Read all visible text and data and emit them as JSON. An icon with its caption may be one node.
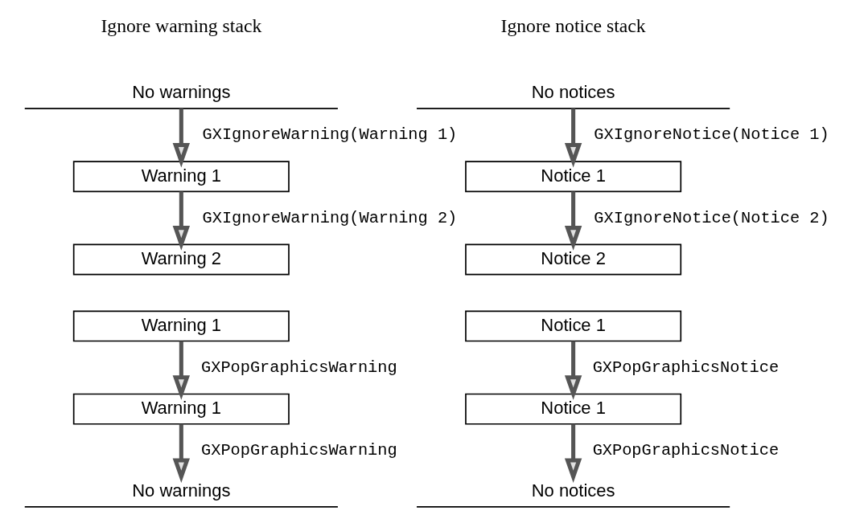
{
  "diagram": {
    "nodes": [
      {
        "text": [
          "No warnings"
        ]
      },
      {
        "text": [
          "Warning 1"
        ]
      },
      {
        "text": [
          "Warning 2"
        ]
      },
      {
        "text": [
          "Warning 1"
        ]
      },
      {
        "text": [
          "Warning 1"
        ]
      },
      {
        "text": [
          "No warnings"
        ]
      },
      {
        "text": [
          "No notices"
        ]
      },
      {
        "text": [
          "Notice 1"
        ]
      },
      {
        "text": [
          "Notice 2"
        ]
      },
      {
        "text": [
          "Notice 1"
        ]
      },
      {
        "text": [
          "Notice 1"
        ]
      },
      {
        "text": [
          "No notices"
        ]
      }
    ],
    "edges": [
      {
        "from": 0,
        "to": 1,
        "arrow": "to",
        "label": "GXIgnoreWarning(Warning 1)"
      },
      {
        "from": 1,
        "to": 2,
        "arrow": "to",
        "label": "GXIgnoreWarning(Warning 2)"
      },
      {
        "from": 3,
        "to": 4,
        "arrow": "to",
        "label": "GXPopGraphicsWarning"
      },
      {
        "from": 4,
        "to": 5,
        "arrow": "to",
        "label": "GXPopGraphicsWarning"
      },
      {
        "from": 6,
        "to": 7,
        "arrow": "to",
        "label": "GXIgnoreNotice(Notice 1)"
      },
      {
        "from": 7,
        "to": 8,
        "arrow": "to",
        "label": "GXIgnoreNotice(Notice 2)"
      },
      {
        "from": 9,
        "to": 10,
        "arrow": "to",
        "label": "GXPopGraphicsNotice"
      },
      {
        "from": 10,
        "to": 11,
        "arrow": "to",
        "label": "GXPopGraphicsNotice"
      }
    ],
    "labels": [
      "Ignore warning stack",
      "Ignore notice stack"
    ]
  }
}
